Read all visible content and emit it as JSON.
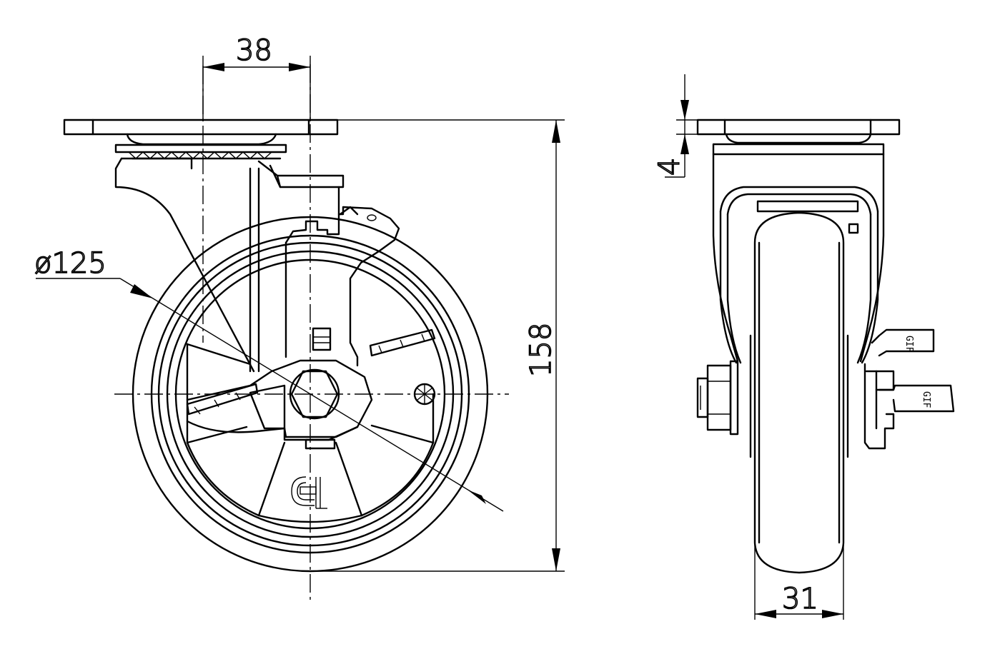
{
  "dimensions": {
    "plate_offset": "38",
    "wheel_diameter": "ø125",
    "total_height": "158",
    "plate_thickness": "4",
    "wheel_width": "31"
  },
  "brake_mark": "GIF"
}
